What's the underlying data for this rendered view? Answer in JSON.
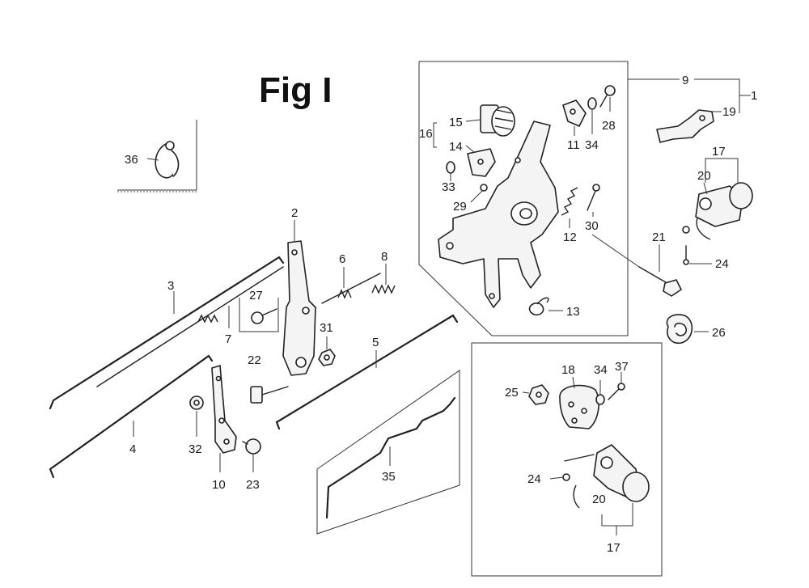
{
  "figure": {
    "title": "Fig I",
    "callouts": [
      {
        "id": "c1",
        "text": "1"
      },
      {
        "id": "c2",
        "text": "2"
      },
      {
        "id": "c3",
        "text": "3"
      },
      {
        "id": "c4",
        "text": "4"
      },
      {
        "id": "c5",
        "text": "5"
      },
      {
        "id": "c6",
        "text": "6"
      },
      {
        "id": "c7",
        "text": "7"
      },
      {
        "id": "c8",
        "text": "8"
      },
      {
        "id": "c9",
        "text": "9"
      },
      {
        "id": "c10",
        "text": "10"
      },
      {
        "id": "c11",
        "text": "11"
      },
      {
        "id": "c12",
        "text": "12"
      },
      {
        "id": "c13",
        "text": "13"
      },
      {
        "id": "c14",
        "text": "14"
      },
      {
        "id": "c15",
        "text": "15"
      },
      {
        "id": "c16",
        "text": "16"
      },
      {
        "id": "c17a",
        "text": "17"
      },
      {
        "id": "c17b",
        "text": "17"
      },
      {
        "id": "c18",
        "text": "18"
      },
      {
        "id": "c19",
        "text": "19"
      },
      {
        "id": "c20a",
        "text": "20"
      },
      {
        "id": "c20b",
        "text": "20"
      },
      {
        "id": "c21",
        "text": "21"
      },
      {
        "id": "c22",
        "text": "22"
      },
      {
        "id": "c23",
        "text": "23"
      },
      {
        "id": "c24a",
        "text": "24"
      },
      {
        "id": "c24b",
        "text": "24"
      },
      {
        "id": "c25",
        "text": "25"
      },
      {
        "id": "c26",
        "text": "26"
      },
      {
        "id": "c27",
        "text": "27"
      },
      {
        "id": "c28",
        "text": "28"
      },
      {
        "id": "c29",
        "text": "29"
      },
      {
        "id": "c30",
        "text": "30"
      },
      {
        "id": "c31",
        "text": "31"
      },
      {
        "id": "c32",
        "text": "32"
      },
      {
        "id": "c33",
        "text": "33"
      },
      {
        "id": "c34a",
        "text": "34"
      },
      {
        "id": "c34b",
        "text": "34"
      },
      {
        "id": "c35",
        "text": "35"
      },
      {
        "id": "c36",
        "text": "36"
      },
      {
        "id": "c37",
        "text": "37"
      }
    ]
  }
}
